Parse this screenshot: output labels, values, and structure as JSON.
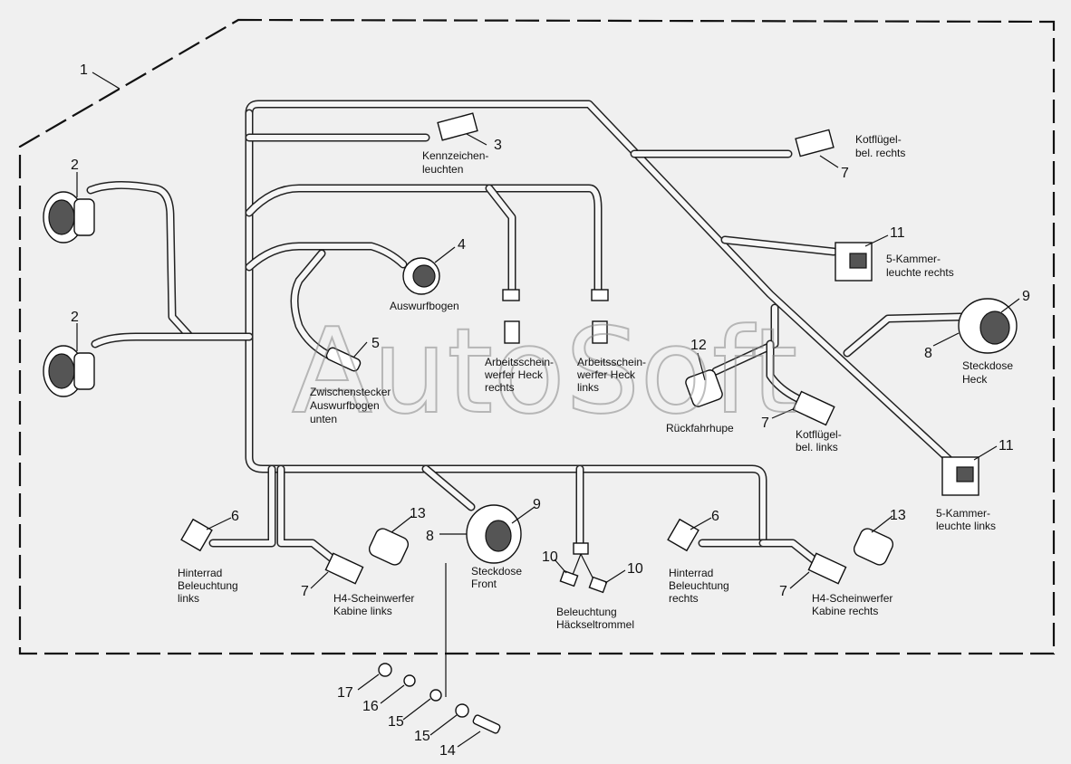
{
  "watermark": "AutoSoft",
  "callouts": {
    "n1": "1",
    "n2a": "2",
    "n2b": "2",
    "n3": "3",
    "n4": "4",
    "n5": "5",
    "n6a": "6",
    "n6b": "6",
    "n7a": "7",
    "n7b": "7",
    "n7c": "7",
    "n7d": "7",
    "n8a": "8",
    "n8b": "8",
    "n9a": "9",
    "n9b": "9",
    "n10a": "10",
    "n10b": "10",
    "n11a": "11",
    "n11b": "11",
    "n12": "12",
    "n13a": "13",
    "n13b": "13",
    "n14": "14",
    "n15a": "15",
    "n15b": "15",
    "n16": "16",
    "n17": "17"
  },
  "labels": {
    "kennzeichen": [
      "Kennzeichen-",
      "leuchten"
    ],
    "kotfluegel_rechts": [
      "Kotflügel-",
      "bel. rechts"
    ],
    "kammer_rechts": [
      "5-Kammer-",
      "leuchte rechts"
    ],
    "steckdose_heck": [
      "Steckdose",
      "Heck"
    ],
    "auswurfbogen": [
      "Auswurfbogen"
    ],
    "zwischenstecker": [
      "Zwischenstecker",
      "Auswurfbogen",
      "unten"
    ],
    "arbeit_rechts": [
      "Arbeitsschein-",
      "werfer Heck",
      "rechts"
    ],
    "arbeit_links": [
      "Arbeitsschein-",
      "werfer Heck",
      "links"
    ],
    "rueckfahrhupe": [
      "Rückfahrhupe"
    ],
    "kotfluegel_links": [
      "Kotflügel-",
      "bel. links"
    ],
    "kammer_links": [
      "5-Kammer-",
      "leuchte links"
    ],
    "hinterrad_links": [
      "Hinterrad",
      "Beleuchtung",
      "links"
    ],
    "h4_links": [
      "H4-Scheinwerfer",
      "Kabine links"
    ],
    "steckdose_front": [
      "Steckdose",
      "Front"
    ],
    "beleuchtung_hacksel": [
      "Beleuchtung",
      "Häckseltrommel"
    ],
    "hinterrad_rechts": [
      "Hinterrad",
      "Beleuchtung",
      "rechts"
    ],
    "h4_rechts": [
      "H4-Scheinwerfer",
      "Kabine rechts"
    ]
  }
}
